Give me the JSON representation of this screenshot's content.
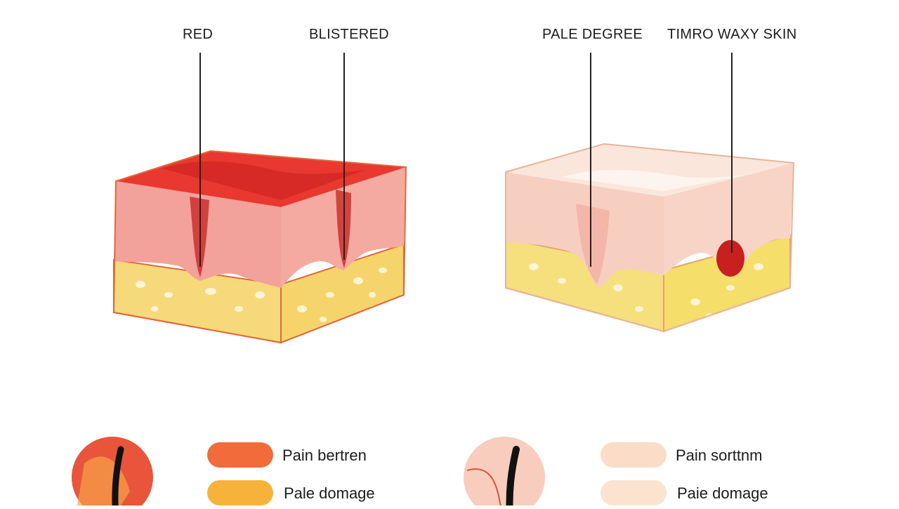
{
  "callouts": {
    "red": "RED",
    "blistered": "BLISTERED",
    "pale_degree": "PALE DEGREE",
    "waxy_skin": "TIMRO WAXY SKIN"
  },
  "legend": {
    "left": [
      {
        "label": "Pain bertren",
        "color": "#f26b3a"
      },
      {
        "label": "Pale domage",
        "color": "#f7b23b"
      }
    ],
    "right": [
      {
        "label": "Pain sorttnm",
        "color": "#fbdcc6"
      },
      {
        "label": "Paie domage",
        "color": "#fbe3cf"
      }
    ]
  },
  "colors": {
    "burn_red": "#e8382f",
    "epidermis_pink": "#f2a29a",
    "fat_yellow": "#f6d97a",
    "pale_skin": "#f7cfc1",
    "wound_red": "#c81f1f"
  },
  "icons": {
    "left_circle": "red-burn-circle-icon",
    "right_circle": "pale-burn-circle-icon"
  }
}
